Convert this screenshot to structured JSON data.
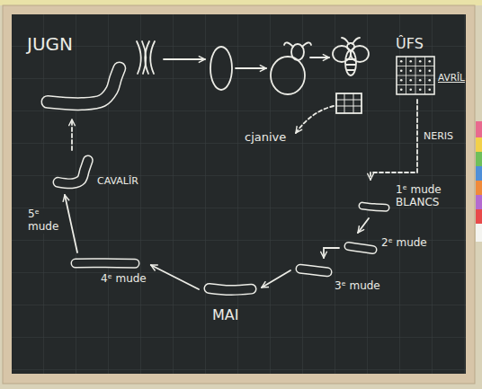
{
  "diagram": {
    "nodes": [
      {
        "text": [
          "JUGN"
        ]
      },
      {
        "text": [
          "ÛFS",
          "AVRÎL"
        ]
      },
      {
        "text": [
          "1ᵉ mude BLANCS"
        ]
      },
      {
        "text": [
          "2ᵉ mude"
        ]
      },
      {
        "text": [
          "3ᵉ mude"
        ]
      },
      {
        "text": [
          "MAI"
        ]
      },
      {
        "text": [
          "4ᵉ mude"
        ]
      },
      {
        "text": [
          "CAVALÎR"
        ]
      }
    ],
    "edges": [
      {
        "from": 1,
        "to": 2,
        "arrow": "to",
        "label": "NERIS"
      },
      {
        "from": 2,
        "to": 3,
        "arrow": "to"
      },
      {
        "from": 3,
        "to": 4,
        "arrow": "to"
      },
      {
        "from": 4,
        "to": 5,
        "arrow": "to"
      },
      {
        "from": 5,
        "to": 6,
        "arrow": "to"
      },
      {
        "from": 6,
        "to": 7,
        "arrow": "to",
        "label": "5ᵉ mude"
      },
      {
        "from": 7,
        "to": 0,
        "arrow": "to"
      }
    ],
    "labels": [
      "cjanive"
    ]
  }
}
